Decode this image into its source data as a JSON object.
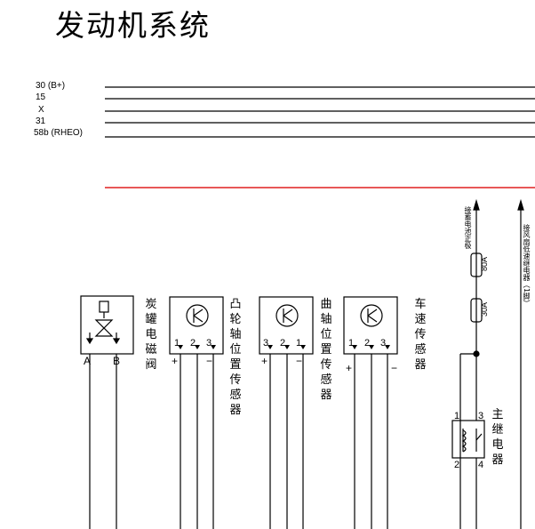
{
  "title": "发动机系统",
  "bus_lines": [
    {
      "label": "30  (B+)"
    },
    {
      "label": "15"
    },
    {
      "label": "X"
    },
    {
      "label": "31"
    },
    {
      "label": "58b (RHEO)"
    }
  ],
  "components": {
    "canister_valve": {
      "name": "炭罐电磁阀",
      "pins": [
        "A",
        "B"
      ]
    },
    "camshaft_sensor": {
      "name": "凸轮轴位置传感器",
      "pins": [
        "1",
        "2",
        "3"
      ],
      "signs": [
        "+",
        "−"
      ]
    },
    "crankshaft_sensor": {
      "name": "曲轴位置传感器",
      "pins": [
        "3",
        "2",
        "1"
      ],
      "signs": [
        "+",
        "−"
      ]
    },
    "speed_sensor": {
      "name": "车速传感器",
      "pins": [
        "1",
        "2",
        "3"
      ],
      "signs": [
        "+",
        "−"
      ]
    },
    "main_relay": {
      "name": "主继电器",
      "pins": [
        "1",
        "3",
        "2",
        "4"
      ]
    },
    "fuse_80": {
      "rating": "80A"
    },
    "fuse_30": {
      "rating": "30A"
    },
    "upper_label": "接蓄电池正极",
    "right_label": "接风扇低速继电器（1脚）"
  },
  "colors": {
    "line": "#000000",
    "red_bus": "#e02020"
  }
}
